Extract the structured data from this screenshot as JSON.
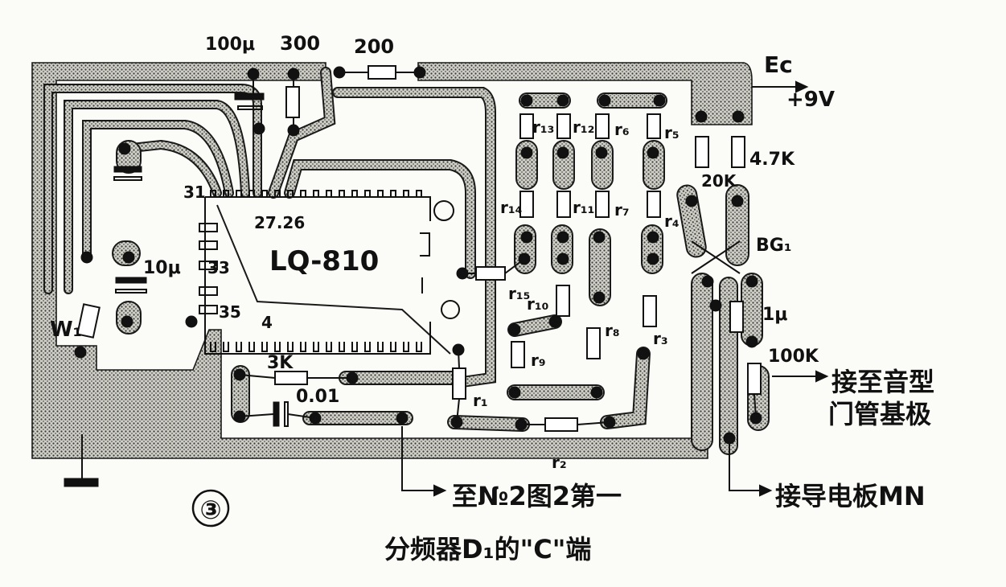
{
  "figure": {
    "number": "③",
    "chip_label": "LQ-810",
    "supply_label": "Ec",
    "supply_voltage": "+9V",
    "pin_labels": {
      "p31": "31",
      "p27_26": "27.26",
      "p33": "33",
      "p35": "35",
      "p4": "4"
    },
    "components": {
      "c_100u": "100μ",
      "r_300": "300",
      "r_200": "200",
      "c_10u": "10μ",
      "pot": "W₁",
      "r_3k": "3K",
      "c_001": "0.01",
      "r_20k": "20K",
      "r_4k7": "4.7K",
      "bg1": "BG₁",
      "c_1u": "1μ",
      "r_100k": "100K",
      "r13": "r₁₃",
      "r12": "r₁₂",
      "r6": "r₆",
      "r5": "r₅",
      "r14": "r₁₄",
      "r11": "r₁₁",
      "r7": "r₇",
      "r4": "r₄",
      "r15": "r₁₅",
      "r10": "r₁₀",
      "r8": "r₈",
      "r3": "r₃",
      "r9": "r₉",
      "r1": "r₁",
      "r2": "r₂"
    },
    "annotations": {
      "to_base_line1": "接至音型",
      "to_base_line2": "门管基极",
      "to_mn": "接导电板MN",
      "to_divider_line1": "至№2图2第一",
      "to_divider_line2": "分频器D₁的\"C\"端"
    }
  }
}
